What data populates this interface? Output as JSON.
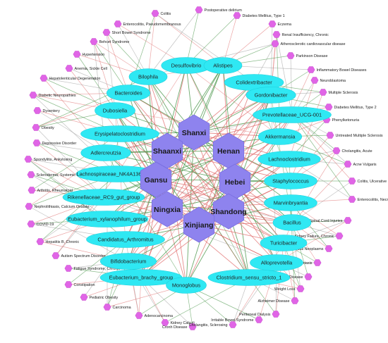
{
  "colors": {
    "region": "#8e83ee",
    "region_stroke": "#7a6fe0",
    "genus": "#2fe8f3",
    "genus_stroke": "#1fd0dc",
    "disease": "#e065e6",
    "disease_stroke": "#c94fcf",
    "edge_positive": "#e06a6a",
    "edge_negative": "#3e8f3e",
    "edge_gray": "#9a9a9a"
  },
  "regions": [
    "Shanxi",
    "Henan",
    "Shaanxi",
    "Gansu",
    "Hebei",
    "Ningxia",
    "Shandong",
    "Xinjiang"
  ],
  "genera": [
    "Desulfovibrio",
    "Alistipes",
    "Bilophila",
    "Colidextribacter",
    "Bacteroides",
    "Gordonibacter",
    "Dubosiella",
    "Prevotellaceae_UCG-001",
    "Erysipelatoclostridium",
    "Akkermansia",
    "Adlercreutzia",
    "Lachnoclostridium",
    "Lachnospiraceae_NK4A136_group",
    "Staphylococcus",
    "Rikenellaceae_RC9_gut_group",
    "Marvinbryantia",
    "Eubacterium_xylanophilum_group",
    "Bacillus",
    "Candidatus_Arthromitus",
    "Turicibacter",
    "Bifidobacterium",
    "Alloprevotella",
    "Eubacterium_brachy_group",
    "Clostridium_sensu_stricto_1",
    "Monoglobus"
  ],
  "diseases": [
    "Colitis",
    "Postoperative delirium",
    "Enterocolitis, Pseudomembranous",
    "Diabetes Mellitus, Type 1",
    "Short Bowel Syndrome",
    "Eczema",
    "Behcet Syndrome",
    "Renal Insufficiency, Chronic",
    "Atherosclerotic cardiovascular disease",
    "Hypertension",
    "Parkinson Disease",
    "Anemia, Sickle Cell",
    "Inflammatory Bowel Diseases",
    "Hepatolenticular Degeneration",
    "Neuroblastoma",
    "Diabetic Neuropathies",
    "Multiple Sclerosis",
    "Dysentery",
    "Diabetes Mellitus, Type 2",
    "Obesity",
    "Phenylketonuria",
    "Depressive Disorder",
    "Untreated Multiple Sclerosis",
    "Spondylitis, Ankylosing",
    "Cholangitis, Acute",
    "Scleroderma, Systemic",
    "Acne Vulgaris",
    "Arthritis, Rheumatoid",
    "Colitis, Ulcerative",
    "Nephrolithiasis, Calcium Oxalate",
    "Enterocolitis, Necrotizing",
    "COVID-19",
    "Spinal Cord Injuries",
    "Hepatitis B, Chronic",
    "Kidney Failure, Chronic",
    "Autism Spectrum Disorder",
    "Colorectal Neoplasms",
    "Fatigue Syndrome, Chronic",
    "Psoriasis",
    "Constipation",
    "Coronary Artery Disease",
    "Pediatric Obesity",
    "Weight Loss",
    "Carcinoma",
    "Alzheimer Disease",
    "Adenocarcinoma",
    "Peritoneal Dialysis",
    "Kidney Calculi",
    "Irritable Bowel Syndrome",
    "Cronh Disease",
    "Cholangitis, Sclerosing"
  ]
}
